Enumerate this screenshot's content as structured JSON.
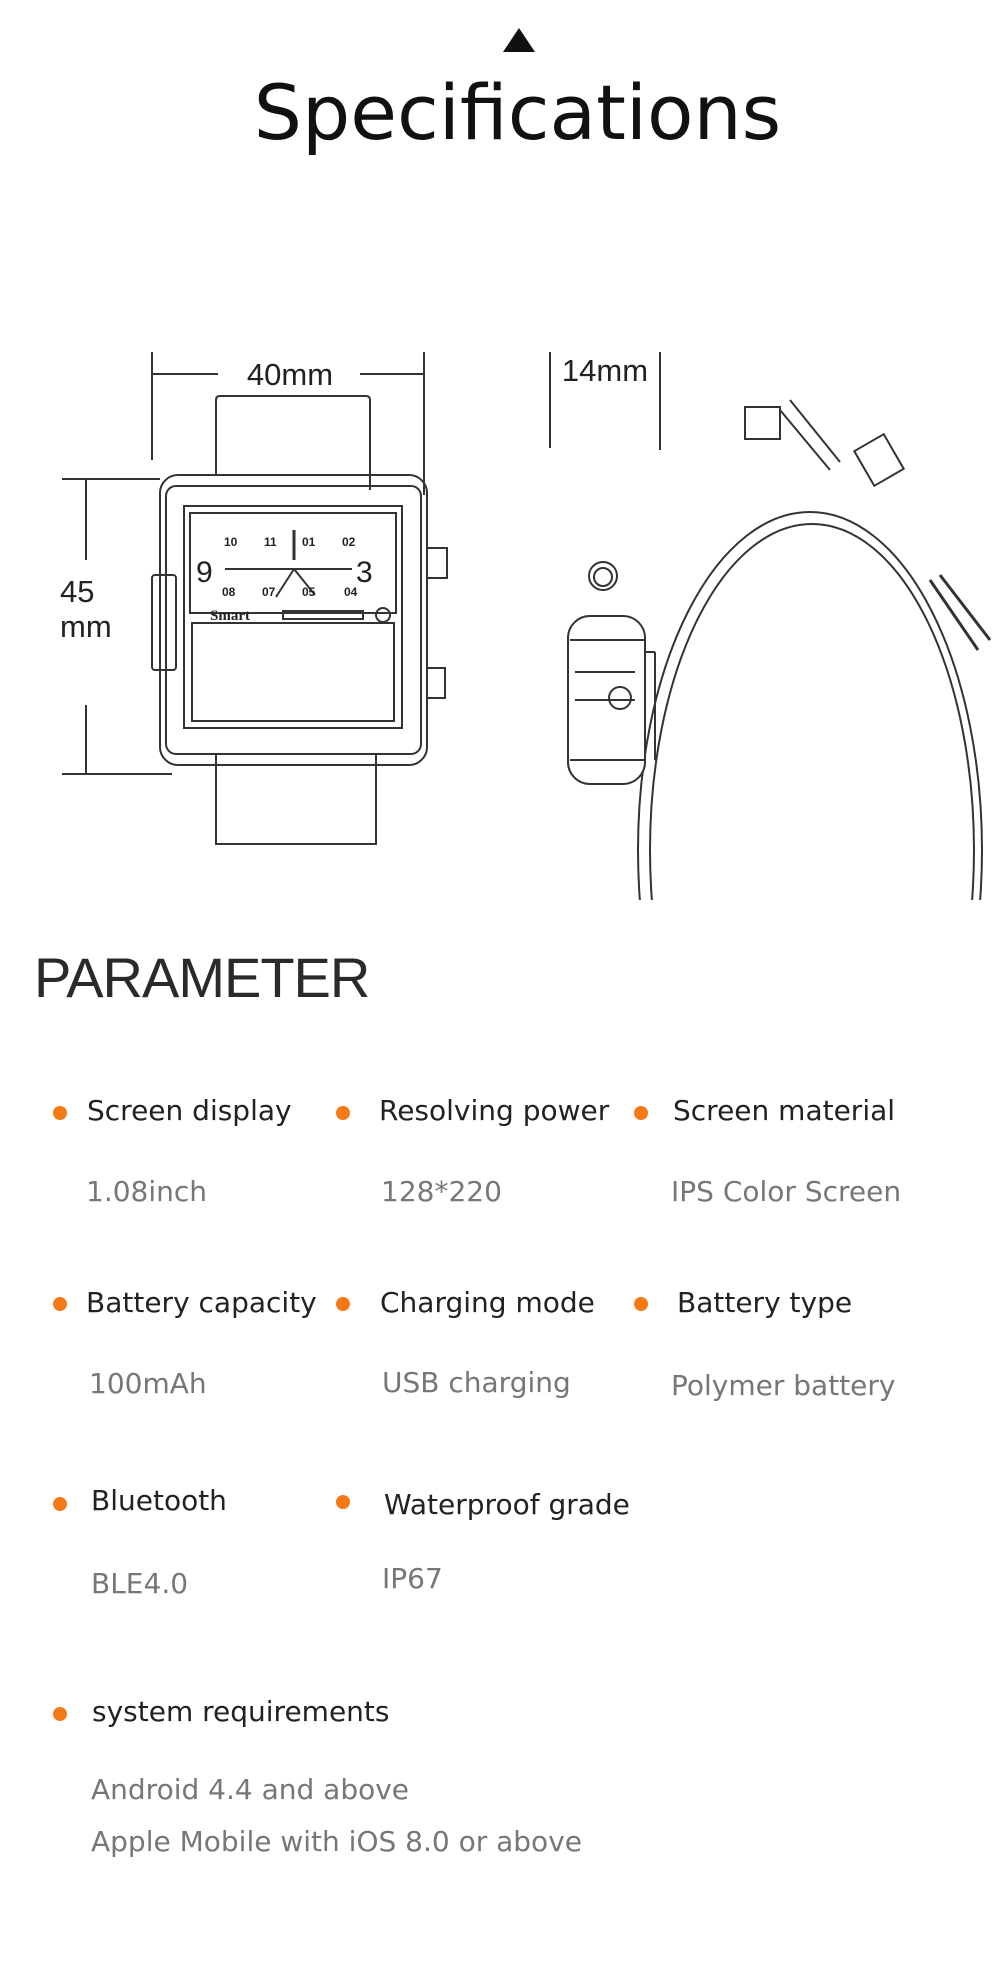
{
  "header": {
    "title": "Specifications"
  },
  "drawing": {
    "width_label": "40mm",
    "depth_label": "14mm",
    "height_value": "45",
    "height_unit": "mm",
    "dial_brand": "Smart",
    "dial_top_numbers": [
      "10",
      "11",
      "01",
      "02"
    ],
    "dial_bottom_numbers": [
      "08",
      "07",
      "05",
      "04"
    ],
    "dial_left": "9",
    "dial_right": "3"
  },
  "parameter": {
    "title": "PARAMETER",
    "accent_color": "#f47a17",
    "items": [
      {
        "label": "Screen display",
        "value": "1.08inch"
      },
      {
        "label": "Resolving power",
        "value": "128*220"
      },
      {
        "label": "Screen material",
        "value": "IPS Color Screen"
      },
      {
        "label": "Battery capacity",
        "value": "100mAh"
      },
      {
        "label": "Charging mode",
        "value": "USB charging"
      },
      {
        "label": "Battery type",
        "value": "Polymer battery"
      },
      {
        "label": "Bluetooth",
        "value": "BLE4.0"
      },
      {
        "label": "Waterproof grade",
        "value": "IP67"
      }
    ],
    "system": {
      "label": "system requirements",
      "values": [
        "Android 4.4 and above",
        "Apple Mobile with iOS 8.0 or above"
      ]
    }
  }
}
